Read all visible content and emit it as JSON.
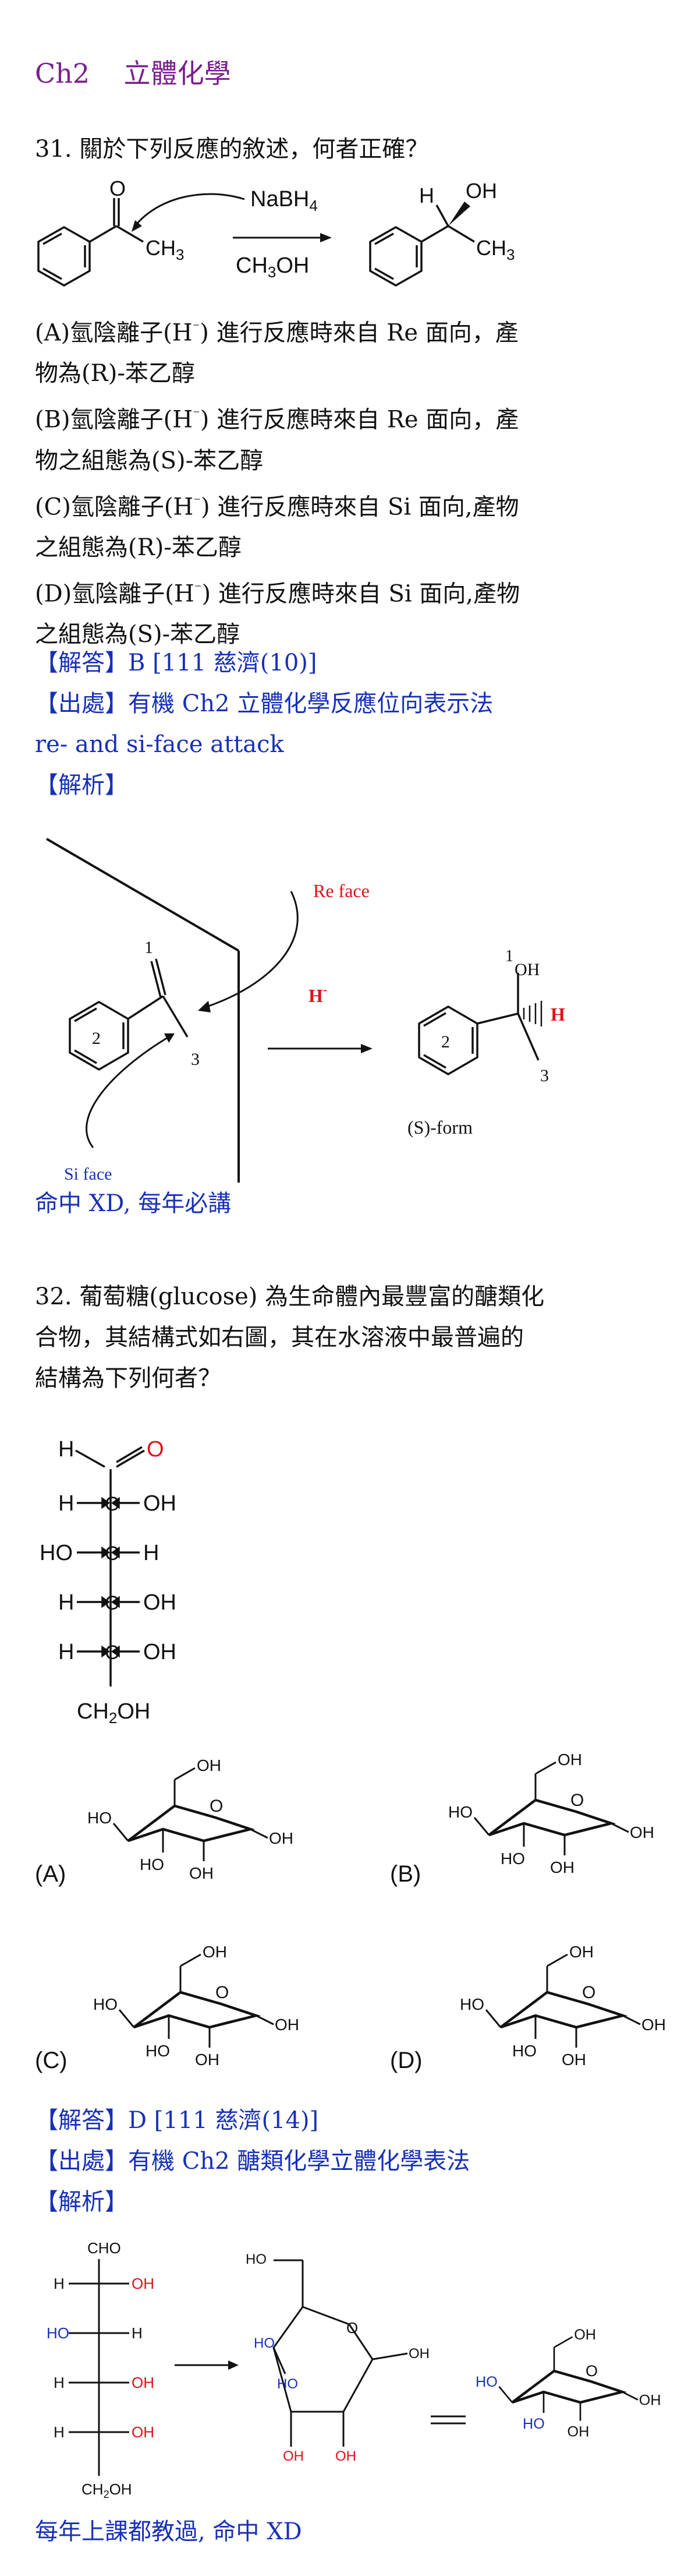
{
  "chapter": {
    "label": "Ch2",
    "title": "立體化學"
  },
  "q31": {
    "stem": "31.  關於下列反應的敘述，何者正確？",
    "reagent_top": "NaBH",
    "reagent_top_sub": "4",
    "reagent_bottom": "CH3OH",
    "reactant_label": "CH",
    "reactant_sub": "3",
    "product_h": "H",
    "product_oh": "OH",
    "product_ch": "CH",
    "product_ch_sub": "3",
    "options": [
      [
        "(A)氫陰離子(H",
        "⁻",
        ")  進行反應時來自  Re  面向，產"
      ],
      [
        "物為(R)-苯乙醇"
      ],
      [
        "(B)氫陰離子(H",
        "⁻",
        ")   進行反應時來自  Re  面向，產"
      ],
      [
        "物之組態為(S)-苯乙醇"
      ],
      [
        "(C)氫陰離子(H",
        "⁻",
        ")  進行反應時來自  Si  面向,產物"
      ],
      [
        "之組態為(R)-苯乙醇"
      ],
      [
        "(D)氫陰離子(H",
        "⁻",
        ")  進行反應時來自  Si  面向,產物"
      ],
      [
        "之組態為(S)-苯乙醇"
      ]
    ],
    "answer": "【解答】B      [111 慈濟(10)]",
    "source": "【出處】有機 Ch2      立體化學反應位向表示法",
    "source2": "re- and si-face attack",
    "analysis": "【解析】",
    "diagram": {
      "re_face": "Re face",
      "si_face": "Si face",
      "h_minus": "H",
      "num1": "1",
      "num2": "2",
      "num3": "3",
      "prod_num1": "1",
      "prod_oh": "OH",
      "prod_h": "H",
      "prod_num2": "2",
      "prod_num3": "3",
      "form": "(S)-form"
    },
    "note": "命中 XD,  每年必講"
  },
  "q32": {
    "stem_lines": [
      "32.  葡萄糖(glucose)  為生命體內最豐富的醣類化",
      "合物，其結構式如右圖，其在水溶液中最普遍的",
      "結構為下列何者？"
    ],
    "fischer": {
      "top_h": "H",
      "top_o": "O",
      "rows": [
        [
          "H",
          "OH"
        ],
        [
          "HO",
          "H"
        ],
        [
          "H",
          "OH"
        ],
        [
          "H",
          "OH"
        ]
      ],
      "bottom": "CH2OH"
    },
    "option_labels": [
      "(A)",
      "(B)",
      "(C)",
      "(D)"
    ],
    "oh": "OH",
    "ho": "HO",
    "answer": "【解答】D      [111 慈濟(14)]",
    "source": "【出處】有機 Ch2    醣類化學立體化學表法",
    "analysis": "【解析】",
    "fischer2": {
      "top": "CHO",
      "rows": [
        [
          "H",
          "OH"
        ],
        [
          "HO",
          "H"
        ],
        [
          "H",
          "OH"
        ],
        [
          "H",
          "OH"
        ]
      ],
      "bottom": "CH2OH"
    },
    "note": "每年上課都教過,  命中 XD"
  },
  "colors": {
    "purple": "#7a1f8f",
    "blue": "#1730b8",
    "red": "#e0101a"
  }
}
